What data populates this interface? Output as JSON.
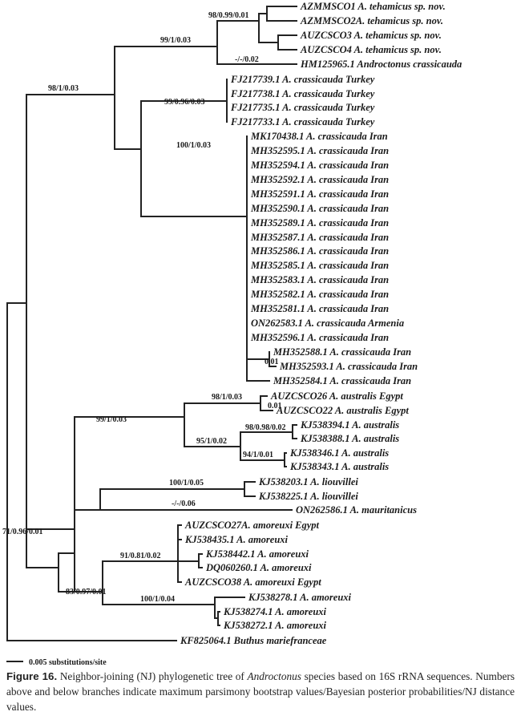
{
  "tree": {
    "leaves": [
      {
        "label": "AZMMSCO1 A. tehamicus sp. nov."
      },
      {
        "label": "AZMMSCO2A. tehamicus sp. nov."
      },
      {
        "label": "AUZCSCO3 A. tehamicus sp. nov."
      },
      {
        "label": "AUZCSCO4 A. tehamicus sp. nov."
      },
      {
        "label": "HM125965.1 Androctonus crassicauda"
      },
      {
        "label": "FJ217739.1 A. crassicauda Turkey"
      },
      {
        "label": "FJ217738.1 A. crassicauda Turkey"
      },
      {
        "label": "FJ217735.1 A. crassicauda Turkey"
      },
      {
        "label": "FJ217733.1 A. crassicauda Turkey"
      },
      {
        "label": "MK170438.1 A. crassicauda Iran"
      },
      {
        "label": "MH352595.1 A. crassicauda Iran"
      },
      {
        "label": "MH352594.1 A. crassicauda Iran"
      },
      {
        "label": "MH352592.1 A. crassicauda Iran"
      },
      {
        "label": "MH352591.1 A. crassicauda Iran"
      },
      {
        "label": "MH352590.1 A. crassicauda Iran"
      },
      {
        "label": "MH352589.1 A. crassicauda Iran"
      },
      {
        "label": "MH352587.1 A. crassicauda Iran"
      },
      {
        "label": "MH352586.1 A. crassicauda Iran"
      },
      {
        "label": "MH352585.1 A. crassicauda Iran"
      },
      {
        "label": "MH352583.1 A. crassicauda Iran"
      },
      {
        "label": "MH352582.1 A. crassicauda Iran"
      },
      {
        "label": "MH352581.1 A. crassicauda Iran"
      },
      {
        "label": "ON262583.1 A. crassicauda Armenia"
      },
      {
        "label": "MH352596.1 A. crassicauda Iran"
      },
      {
        "label": "MH352588.1 A. crassicauda Iran"
      },
      {
        "label": "MH352593.1 A. crassicauda Iran"
      },
      {
        "label": "MH352584.1 A. crassicauda Iran"
      },
      {
        "label": "AUZCSCO26 A. australis Egypt"
      },
      {
        "label": "AUZCSCO22 A. australis Egypt"
      },
      {
        "label": "KJ538394.1 A. australis"
      },
      {
        "label": "KJ538388.1 A. australis"
      },
      {
        "label": "KJ538346.1 A. australis"
      },
      {
        "label": "KJ538343.1 A. australis"
      },
      {
        "label": "KJ538203.1 A. liouvillei"
      },
      {
        "label": "KJ538225.1 A. liouvillei"
      },
      {
        "label": "ON262586.1 A. mauritanicus"
      },
      {
        "label": "AUZCSCO27A. amoreuxi Egypt"
      },
      {
        "label": "KJ538435.1 A. amoreuxi"
      },
      {
        "label": "KJ538442.1 A. amoreuxi"
      },
      {
        "label": "DQ060260.1 A. amoreuxi"
      },
      {
        "label": "AUZCSCO38 A. amoreuxi Egypt"
      },
      {
        "label": "KJ538278.1 A. amoreuxi"
      },
      {
        "label": "KJ538274.1 A. amoreuxi"
      },
      {
        "label": "KJ538272.1 A. amoreuxi"
      },
      {
        "label": "KF825064.1 Buthus mariefranceae"
      }
    ],
    "support_labels": [
      {
        "text": "98/0.99/0.01"
      },
      {
        "text": "99/1/0.03"
      },
      {
        "text": "-/-/0.02"
      },
      {
        "text": "98/1/0.03"
      },
      {
        "text": "99/0.96/0.03"
      },
      {
        "text": "100/1/0.03"
      },
      {
        "text": "0.01"
      },
      {
        "text": "98/1/0.03"
      },
      {
        "text": "0.01"
      },
      {
        "text": "99/1/0.03"
      },
      {
        "text": "98/0.98/0.02"
      },
      {
        "text": "95/1/0.02"
      },
      {
        "text": "94/1/0.01"
      },
      {
        "text": "100/1/0.05"
      },
      {
        "text": "-/-/0.06"
      },
      {
        "text": "71/0.96/0.01"
      },
      {
        "text": "91/0.81/0.02"
      },
      {
        "text": "83/0.97/0.01"
      },
      {
        "text": "100/1/0.04"
      }
    ],
    "scale_bar": {
      "label": "0.005 substitutions/site"
    }
  },
  "caption": {
    "label": "Figure 16.",
    "text_before": " Neighbor-joining (NJ) phylogenetic tree of ",
    "genus": "Androctonus",
    "text_after": " species based on 16S rRNA sequences. Numbers above and below branches indicate maximum parsimony bootstrap values/Bayesian posterior probabilities/NJ distance values."
  }
}
